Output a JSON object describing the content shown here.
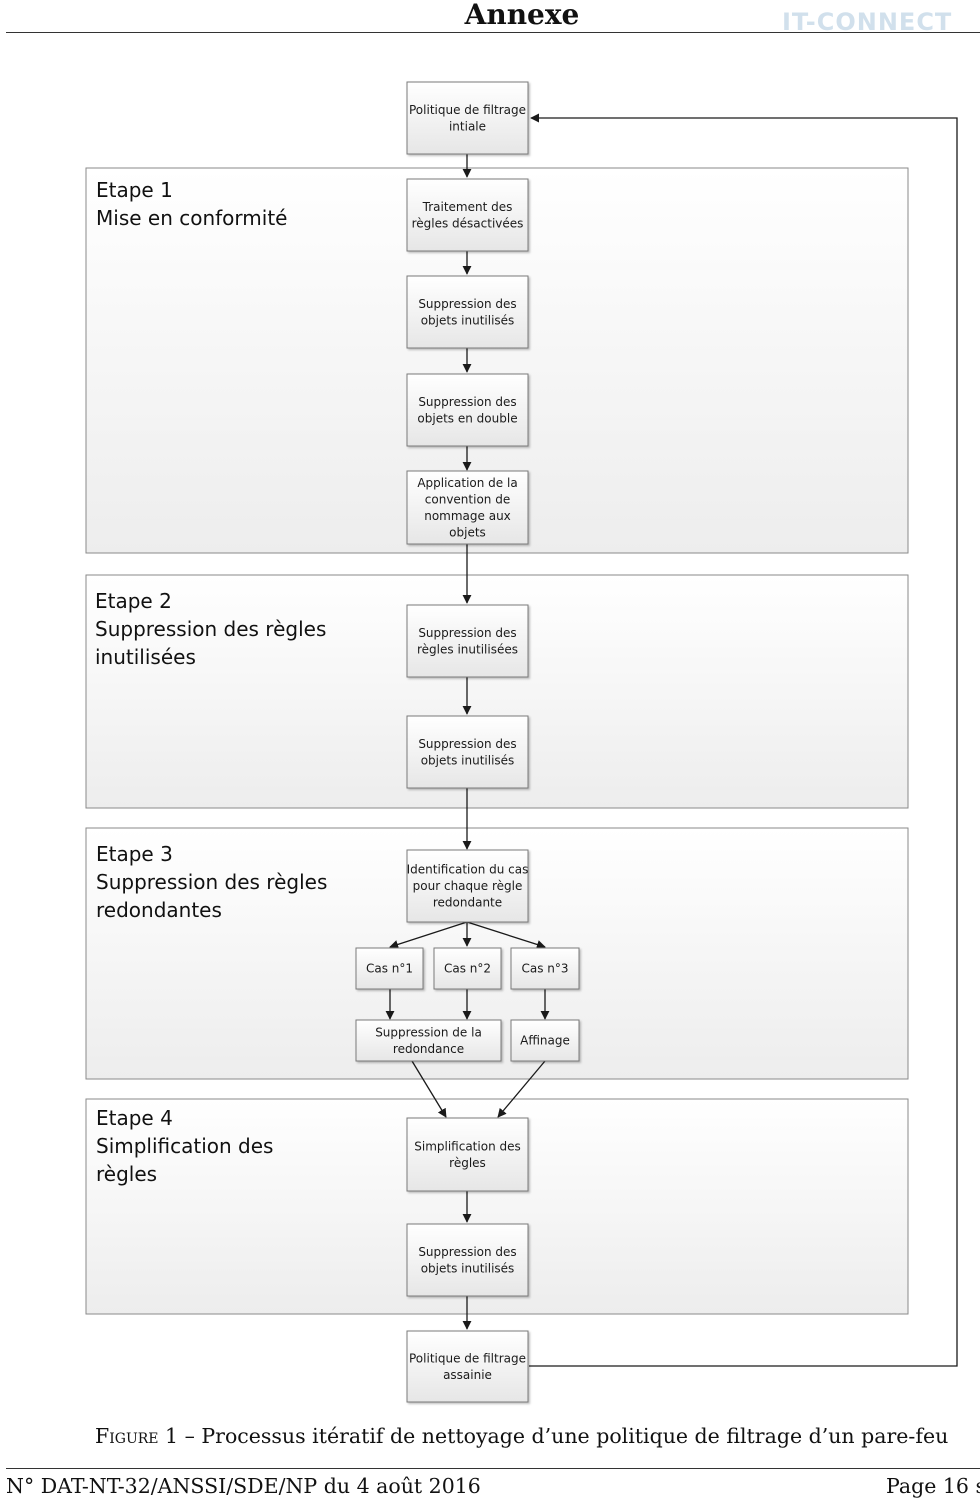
{
  "header": {
    "title": "Annexe",
    "watermark": "IT-CONNECT"
  },
  "stages": [
    {
      "number": "Etape 1",
      "title_lines": [
        "Mise en conformité"
      ]
    },
    {
      "number": "Etape 2",
      "title_lines": [
        "Suppression des règles",
        "inutilisées"
      ]
    },
    {
      "number": "Etape 3",
      "title_lines": [
        "Suppression des règles",
        "redondantes"
      ]
    },
    {
      "number": "Etape 4",
      "title_lines": [
        "Simplification des",
        "règles"
      ]
    }
  ],
  "nodes": {
    "initial": [
      "Politique de filtrage",
      "intiale"
    ],
    "s1_disabled_rules": [
      "Traitement des",
      "règles désactivées"
    ],
    "s1_unused_objects": [
      "Suppression des",
      "objets inutilisés"
    ],
    "s1_duplicate_objects": [
      "Suppression des",
      "objets en double"
    ],
    "s1_naming": [
      "Application de la",
      "convention de",
      "nommage aux",
      "objets"
    ],
    "s2_unused_rules": [
      "Suppression des",
      "règles inutilisées"
    ],
    "s2_unused_objects": [
      "Suppression des",
      "objets inutilisés"
    ],
    "s3_identify": [
      "Identification du cas",
      "pour chaque règle",
      "redondante"
    ],
    "s3_case1": [
      "Cas n°1"
    ],
    "s3_case2": [
      "Cas n°2"
    ],
    "s3_case3": [
      "Cas n°3"
    ],
    "s3_remove_redundancy": [
      "Suppression de la",
      "redondance"
    ],
    "s3_refine": [
      "Affinage"
    ],
    "s4_simplify": [
      "Simplification des",
      "règles"
    ],
    "s4_unused_objects": [
      "Suppression des",
      "objets inutilisés"
    ],
    "final": [
      "Politique de filtrage",
      "assainie"
    ]
  },
  "caption": {
    "label": "Figure 1",
    "text": " – Processus itératif de nettoyage d’une politique de filtrage d’un pare-feu"
  },
  "footer": {
    "reference": "N° DAT-NT-32/ANSSI/SDE/NP du 4 août 2016",
    "page": "Page 16 s"
  }
}
